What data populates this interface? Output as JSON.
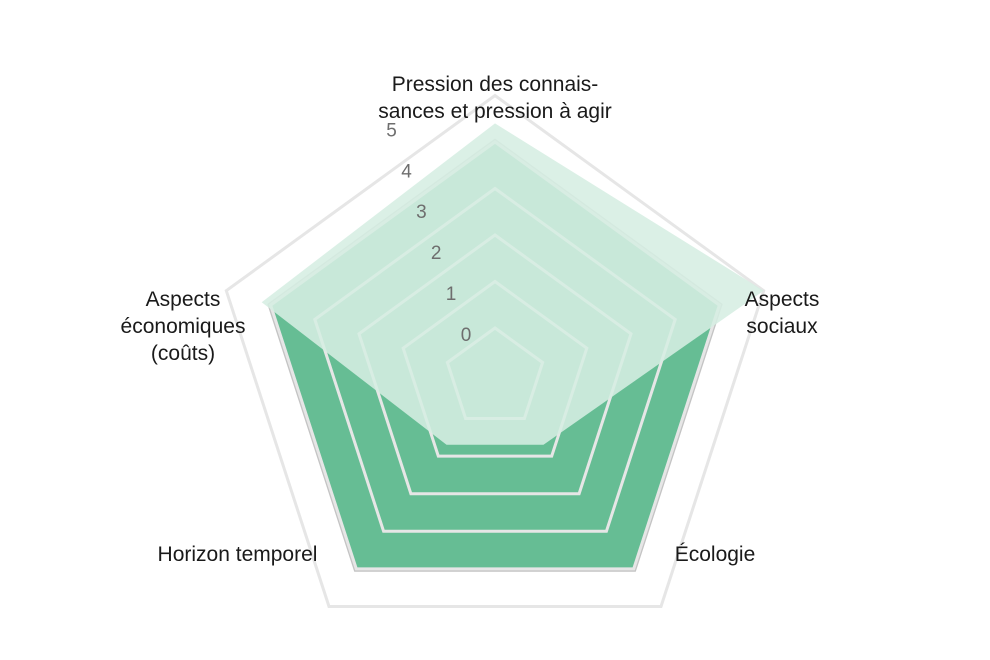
{
  "chart_data": {
    "type": "radar",
    "axes": [
      "Pression des connais-\nsances et pression à agir",
      "Aspects\nsociaux",
      "Écologie",
      "Horizon temporel",
      "Aspects\néconomiques\n(coûts)"
    ],
    "ticks": [
      "0",
      "1",
      "2",
      "3",
      "4",
      "5"
    ],
    "rmin": 0,
    "rmax": 5,
    "series": [
      {
        "values": [
          4.4,
          5.0,
          0.7,
          0.7,
          4.2
        ]
      }
    ],
    "colors": {
      "outer_fill": "#66bd94",
      "outer_stroke": "#c4c4c4",
      "grid": "#e6e6e6",
      "series_fill": "#d6eee2"
    }
  }
}
